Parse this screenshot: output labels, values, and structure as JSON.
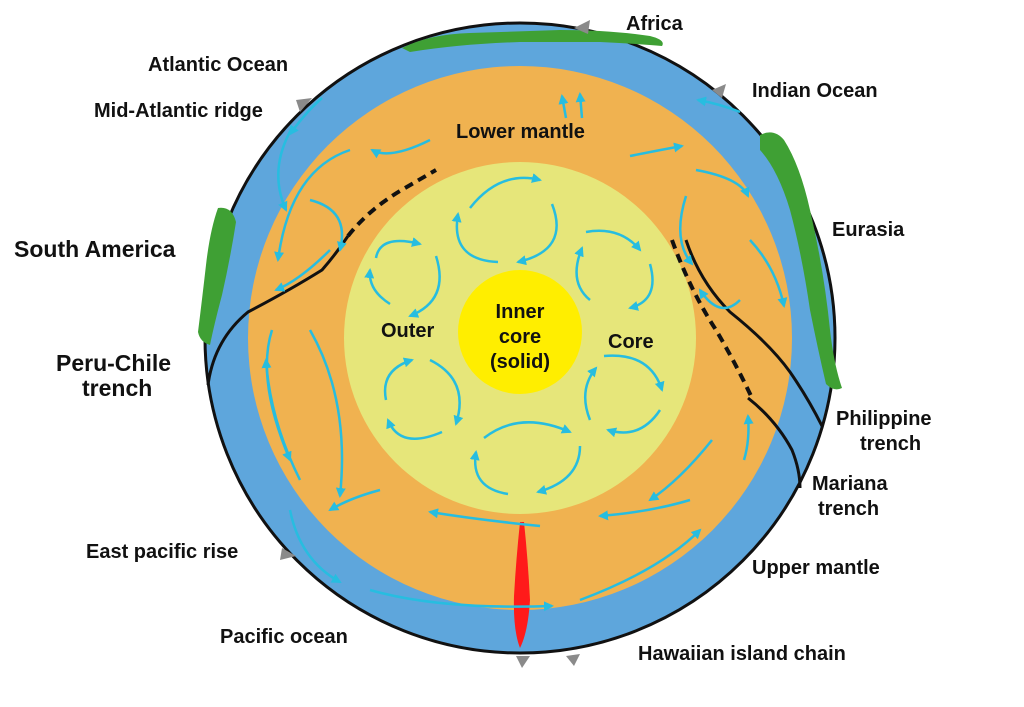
{
  "labels": {
    "africa": "Africa",
    "atlantic_ocean": "Atlantic Ocean",
    "mid_atlantic_ridge": "Mid-Atlantic ridge",
    "indian_ocean": "Indian Ocean",
    "lower_mantle": "Lower mantle",
    "south_america": "South America",
    "eurasia": "Eurasia",
    "peru_chile_trench_line1": "Peru-Chile",
    "peru_chile_trench_line2": "trench",
    "outer": "Outer",
    "core": "Core",
    "inner_core_line1": "Inner",
    "inner_core_line2": "core",
    "inner_core_line3": "(solid)",
    "philippine_trench_line1": "Philippine",
    "philippine_trench_line2": "trench",
    "mariana_trench_line1": "Mariana",
    "mariana_trench_line2": "trench",
    "east_pacific_rise": "East pacific rise",
    "upper_mantle": "Upper mantle",
    "pacific_ocean": "Pacific ocean",
    "hawaiian_island_chain": "Hawaiian island chain"
  },
  "colors": {
    "ocean_shell": "#5ea6dc",
    "mantle": "#f0b250",
    "outer_core": "#e6e67a",
    "inner_core": "#ffee00",
    "continent": "#3fa034",
    "convection_arrows": "#27bde0",
    "hotspot_plume": "#ff1a1a",
    "ridge_markers": "#8a8a8a",
    "subduction_lines": "#111111"
  }
}
